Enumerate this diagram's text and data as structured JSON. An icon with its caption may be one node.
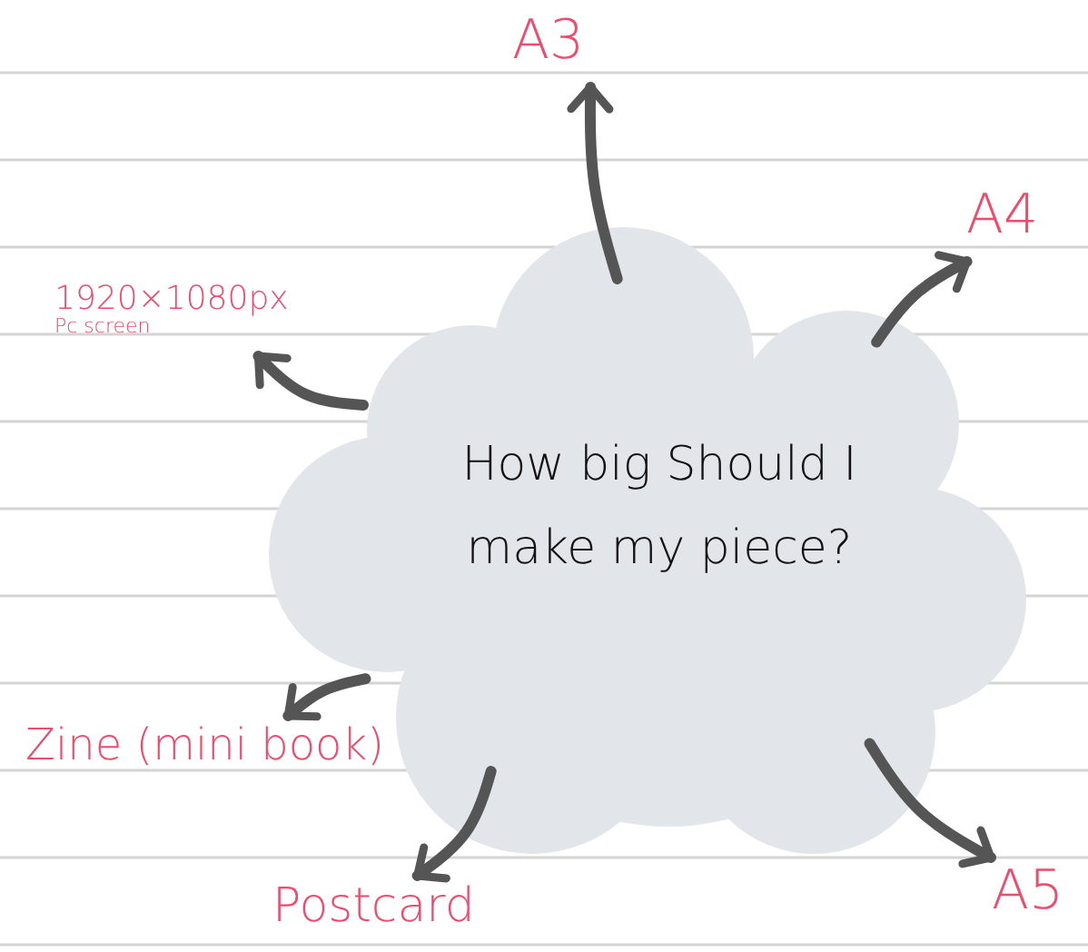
{
  "diagram": {
    "nodes": [
      {
        "text": [
          "How big Should I make my piece?"
        ]
      },
      {
        "text": [
          "A3"
        ]
      },
      {
        "text": [
          "A4"
        ]
      },
      {
        "text": [
          "1920×1080px",
          "Pc screen"
        ]
      },
      {
        "text": [
          "Zine (mini book)"
        ]
      },
      {
        "text": [
          "Postcard"
        ]
      },
      {
        "text": [
          "A5"
        ]
      }
    ],
    "edges": [
      {
        "from": 0,
        "to": 1,
        "arrow": "to"
      },
      {
        "from": 0,
        "to": 2,
        "arrow": "to"
      },
      {
        "from": 0,
        "to": 3,
        "arrow": "to"
      },
      {
        "from": 0,
        "to": 4,
        "arrow": "to"
      },
      {
        "from": 0,
        "to": 5,
        "arrow": "to"
      },
      {
        "from": 0,
        "to": 6,
        "arrow": "to"
      }
    ]
  }
}
